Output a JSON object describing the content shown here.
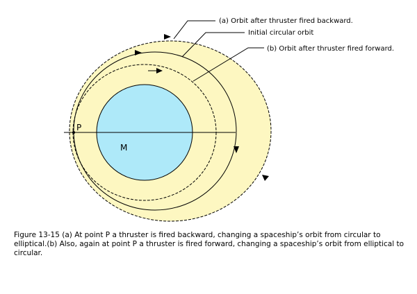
{
  "labels": {
    "orbit_backward": "(a) Orbit after thruster fired backward.",
    "initial_orbit": "Initial circular orbit",
    "orbit_forward": "(b) Orbit after thruster fired forward.",
    "point_p": "P",
    "body_m": "M"
  },
  "caption": "Figure 13-15 (a) At point P a thruster is fired backward, changing a spaceship’s orbit from circular to elliptical.(b) Also, again at point P a thruster is fired forward, changing a spaceship’s orbit from elliptical to circular.",
  "colors": {
    "outer_fill": "#fdf7c1",
    "planet_fill": "#aee9f9",
    "line": "#000000"
  }
}
